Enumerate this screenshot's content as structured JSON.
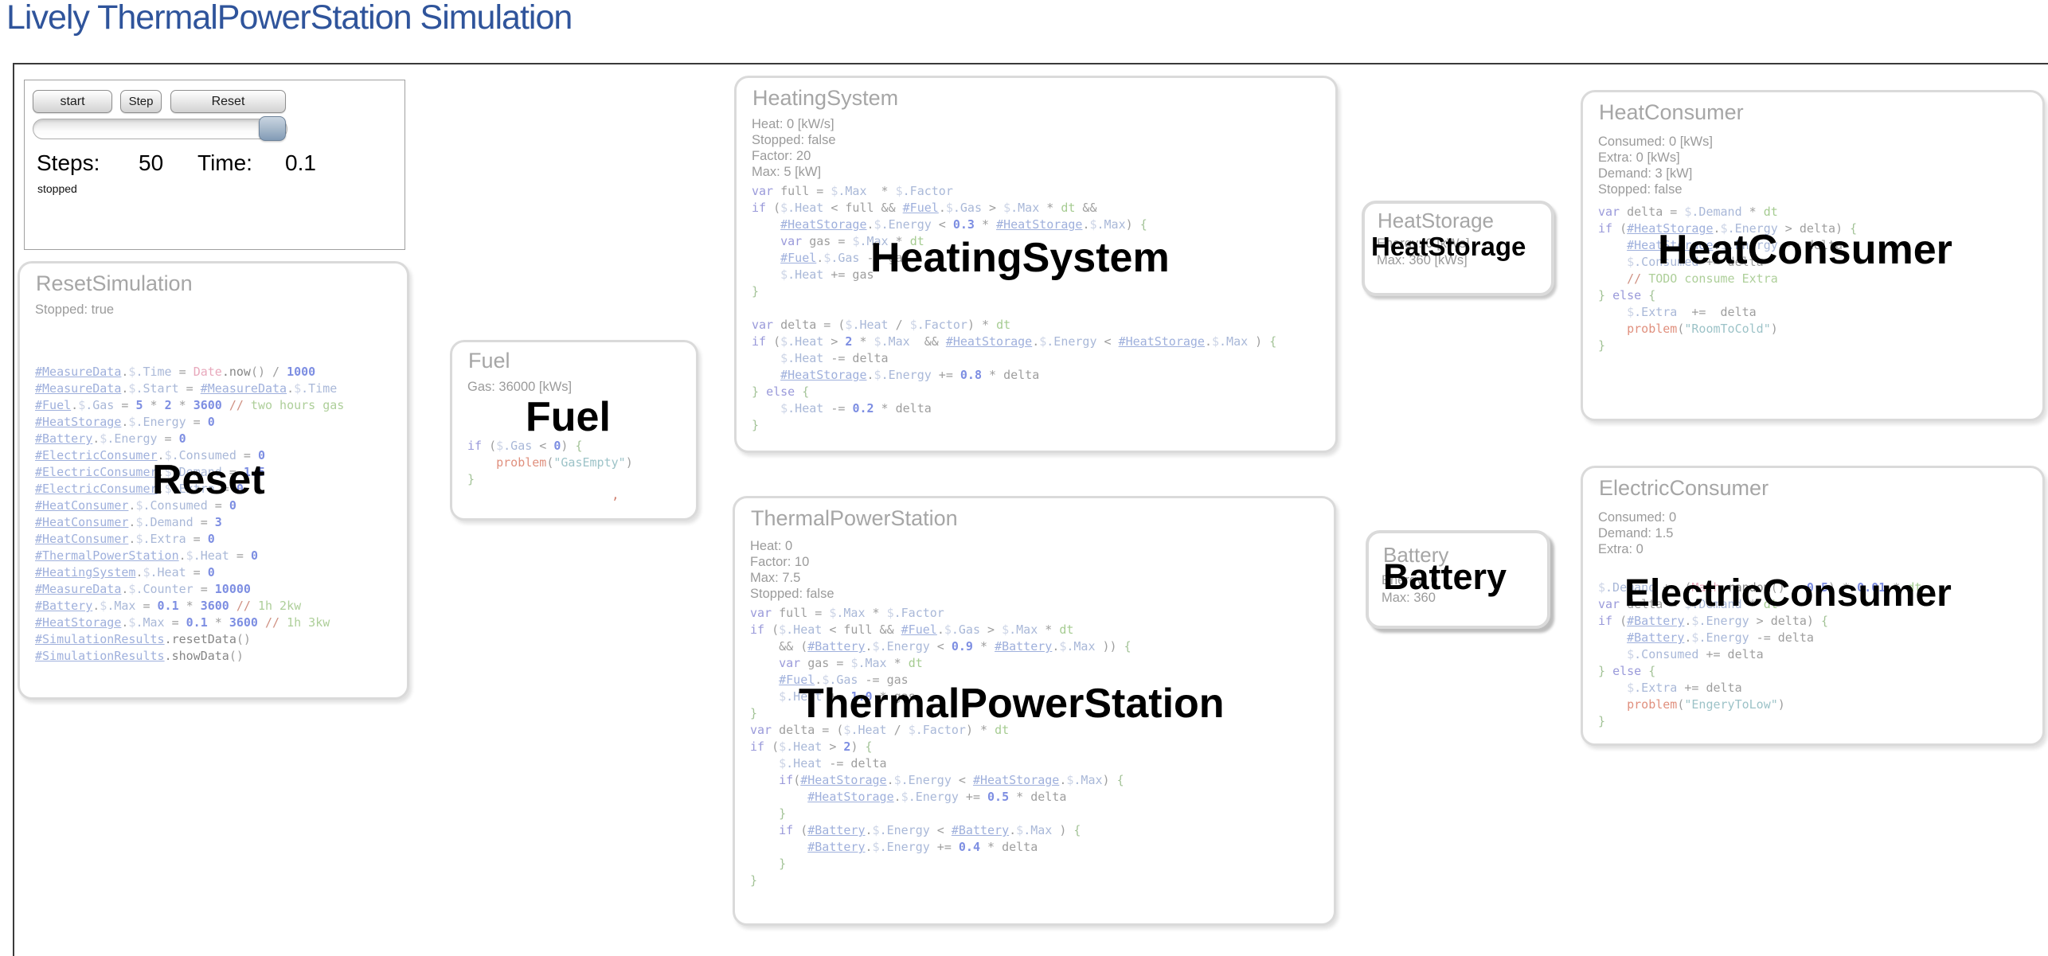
{
  "page_title": "Lively ThermalPowerStation Simulation",
  "colors": {
    "title_blue": "#2f549b",
    "overlay_label": "#000000",
    "slider_thumb": "#8ca3bd",
    "box_border": "#dadada",
    "frame_border": "#3a3a3a"
  },
  "controls": {
    "start_label": "start",
    "step_label": "Step",
    "reset_label": "Reset",
    "steps_label": "Steps:",
    "steps_value": "50",
    "time_label": "Time:",
    "time_value": "0.1",
    "status": "stopped",
    "slider": {
      "thumb_position": "right"
    }
  },
  "boxes": {
    "reset": {
      "title": "ResetSimulation",
      "overlay": "Reset",
      "stats": [
        "Stopped: true"
      ],
      "code": [
        "#MeasureData.$.Time = Date.now() / 1000",
        "#MeasureData.$.Start = #MeasureData.$.Time",
        "#Fuel.$.Gas = 5 * 2 * 3600 // two hours gas",
        "#HeatStorage.$.Energy = 0",
        "#Battery.$.Energy = 0",
        "#ElectricConsumer.$.Consumed = 0",
        "#ElectricConsumer.$.Demand = 1.5",
        "#ElectricConsumer.$.Extra = 0",
        "#HeatConsumer.$.Consumed = 0",
        "#HeatConsumer.$.Demand = 3",
        "#HeatConsumer.$.Extra = 0",
        "#ThermalPowerStation.$.Heat = 0",
        "#HeatingSystem.$.Heat = 0",
        "#MeasureData.$.Counter = 10000",
        "#Battery.$.Max = 0.1 * 3600 // 1h 2kw",
        "#HeatStorage.$.Max = 0.1 * 3600 // 1h 3kw",
        "#SimulationResults.resetData()",
        "#SimulationResults.showData()"
      ]
    },
    "fuel": {
      "title": "Fuel",
      "overlay": "Fuel",
      "stats": [
        "Gas: 36000 [kWs]"
      ],
      "artifact": ",",
      "code": [
        "if ($.Gas < 0) {",
        "    problem(\"GasEmpty\")",
        "}"
      ]
    },
    "heatingsystem": {
      "title": "HeatingSystem",
      "overlay": "HeatingSystem",
      "stats": [
        "Heat: 0 [kW/s]",
        "Stopped: false",
        "Factor: 20",
        "Max: 5 [kW]"
      ],
      "code": [
        "var full = $.Max  * $.Factor",
        "if ($.Heat < full && #Fuel.$.Gas > $.Max * dt &&",
        "    #HeatStorage.$.Energy < 0.3 * #HeatStorage.$.Max) {",
        "    var gas = $.Max * dt",
        "    #Fuel.$.Gas -= gas",
        "    $.Heat += gas",
        "}",
        "",
        "var delta = ($.Heat / $.Factor) * dt",
        "if ($.Heat > 2 * $.Max  && #HeatStorage.$.Energy < #HeatStorage.$.Max ) {",
        "    $.Heat -= delta",
        "    #HeatStorage.$.Energy += 0.8 * delta",
        "} else {",
        "    $.Heat -= 0.2 * delta",
        "}"
      ]
    },
    "tps": {
      "title": "ThermalPowerStation",
      "overlay": "ThermalPowerStation",
      "stats": [
        "Heat: 0",
        "Factor: 10",
        "Max: 7.5",
        "Stopped: false"
      ],
      "code": [
        "var full = $.Max * $.Factor",
        "if ($.Heat < full && #Fuel.$.Gas > $.Max * dt",
        "    && (#Battery.$.Energy < 0.9 * #Battery.$.Max )) {",
        "    var gas = $.Max * dt",
        "    #Fuel.$.Gas -= gas",
        "    $.Heat += 1.0 * gas",
        "}",
        "var delta = ($.Heat / $.Factor) * dt",
        "if ($.Heat > 2) {",
        "    $.Heat -= delta",
        "    if(#HeatStorage.$.Energy < #HeatStorage.$.Max) {",
        "        #HeatStorage.$.Energy += 0.5 * delta",
        "    }",
        "    if (#Battery.$.Energy < #Battery.$.Max ) {",
        "        #Battery.$.Energy += 0.4 * delta",
        "    }",
        "}"
      ]
    },
    "heatstorage": {
      "title": "HeatStorage",
      "overlay": "HeatStorage",
      "stats": [
        "Energy: 0 [kWs]",
        "Max: 360 [kWs]"
      ],
      "code": []
    },
    "battery": {
      "title": "Battery",
      "overlay": "Battery",
      "stats": [
        "Energy: 0",
        "Max: 360"
      ],
      "code": []
    },
    "heatconsumer": {
      "title": "HeatConsumer",
      "overlay": "HeatConsumer",
      "stats": [
        "Consumed: 0 [kWs]",
        "Extra: 0 [kWs]",
        "Demand: 3 [kW]",
        "Stopped: false"
      ],
      "code": [
        "var delta = $.Demand * dt",
        "if (#HeatStorage.$.Energy > delta) {",
        "    #HeatStorage.$.Energy -= delta",
        "    $.Consumed += delta",
        "    // TODO consume Extra",
        "} else {",
        "    $.Extra  +=  delta",
        "    problem(\"RoomToCold\")",
        "}"
      ]
    },
    "electricconsumer": {
      "title": "ElectricConsumer",
      "overlay": "ElectricConsumer",
      "stats": [
        "Consumed: 0",
        "Demand: 1.5",
        "Extra: 0"
      ],
      "code": [
        "$.Demand += (Math.random() - 0.5) * 0.01 * dt",
        "var delta = $.Demand * dt",
        "if (#Battery.$.Energy > delta) {",
        "    #Battery.$.Energy -= delta",
        "    $.Consumed += delta",
        "} else {",
        "    $.Extra += delta",
        "    problem(\"EngeryToLow\")",
        "}"
      ]
    }
  }
}
